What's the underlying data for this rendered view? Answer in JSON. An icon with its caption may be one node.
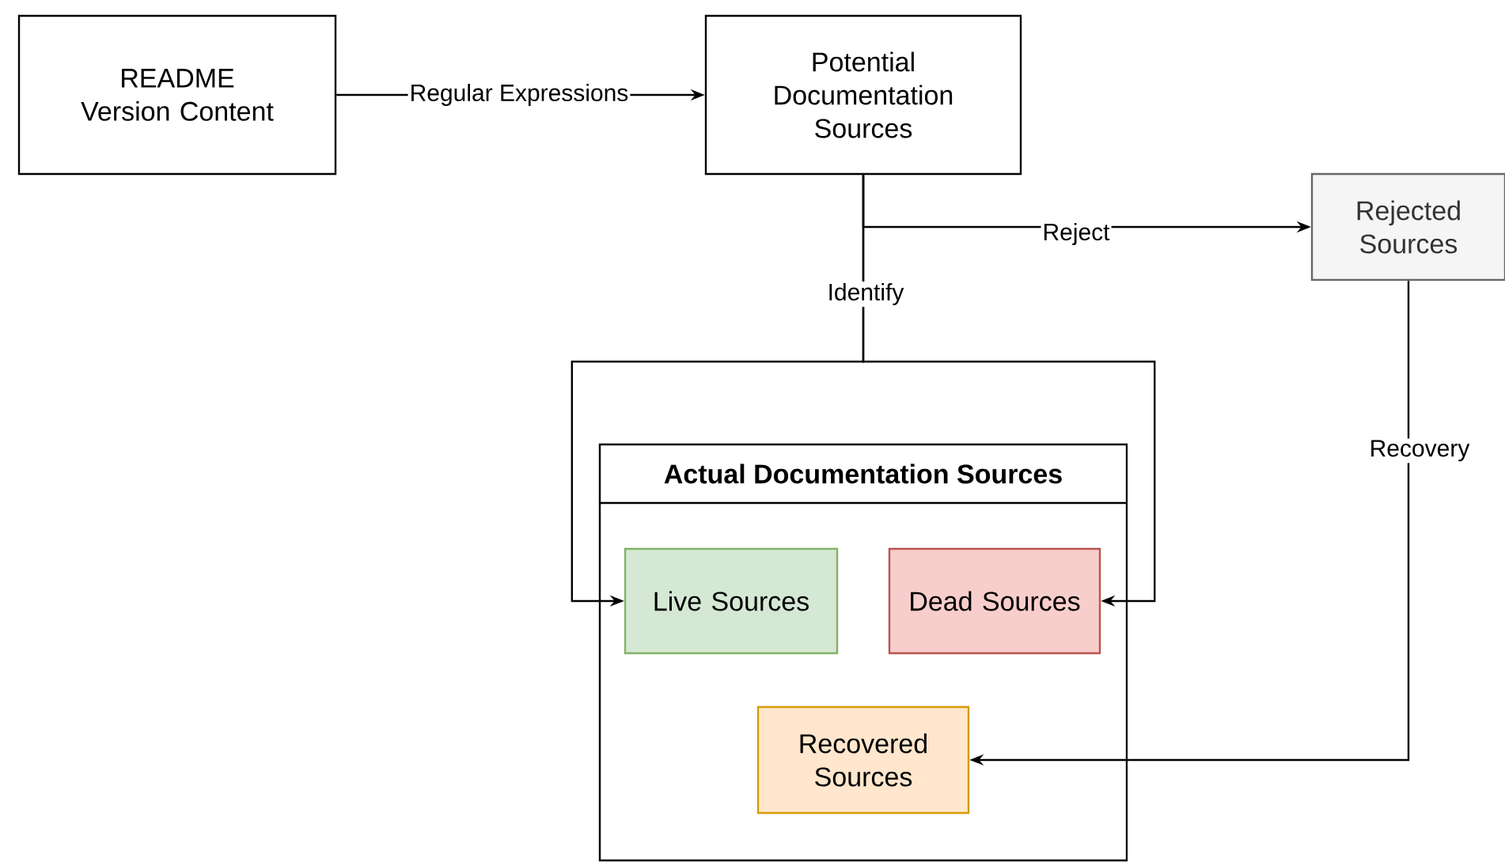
{
  "diagram": {
    "nodes": [
      {
        "text": [
          "README Version Content"
        ]
      },
      {
        "text": [
          "Potential Documentation Sources"
        ]
      },
      {
        "text": [
          "Rejected Sources"
        ]
      },
      {
        "text": [
          "Actual Documentation Sources"
        ]
      },
      {
        "text": [
          "Live Sources"
        ],
        "in": 3
      },
      {
        "text": [
          "Dead Sources"
        ],
        "in": 3
      },
      {
        "text": [
          "Recovered Sources"
        ],
        "in": 3
      }
    ],
    "edges": [
      {
        "from": 0,
        "to": 1,
        "arrow": "to",
        "label": "Regular Expressions"
      },
      {
        "from": 1,
        "to": 2,
        "arrow": "to",
        "label": "Reject"
      },
      {
        "from": 1,
        "to": 4,
        "arrow": "to",
        "label": "Identify"
      },
      {
        "from": 1,
        "to": 5,
        "arrow": "to"
      },
      {
        "from": 2,
        "to": 6,
        "arrow": "to",
        "label": "Recovery"
      }
    ]
  }
}
